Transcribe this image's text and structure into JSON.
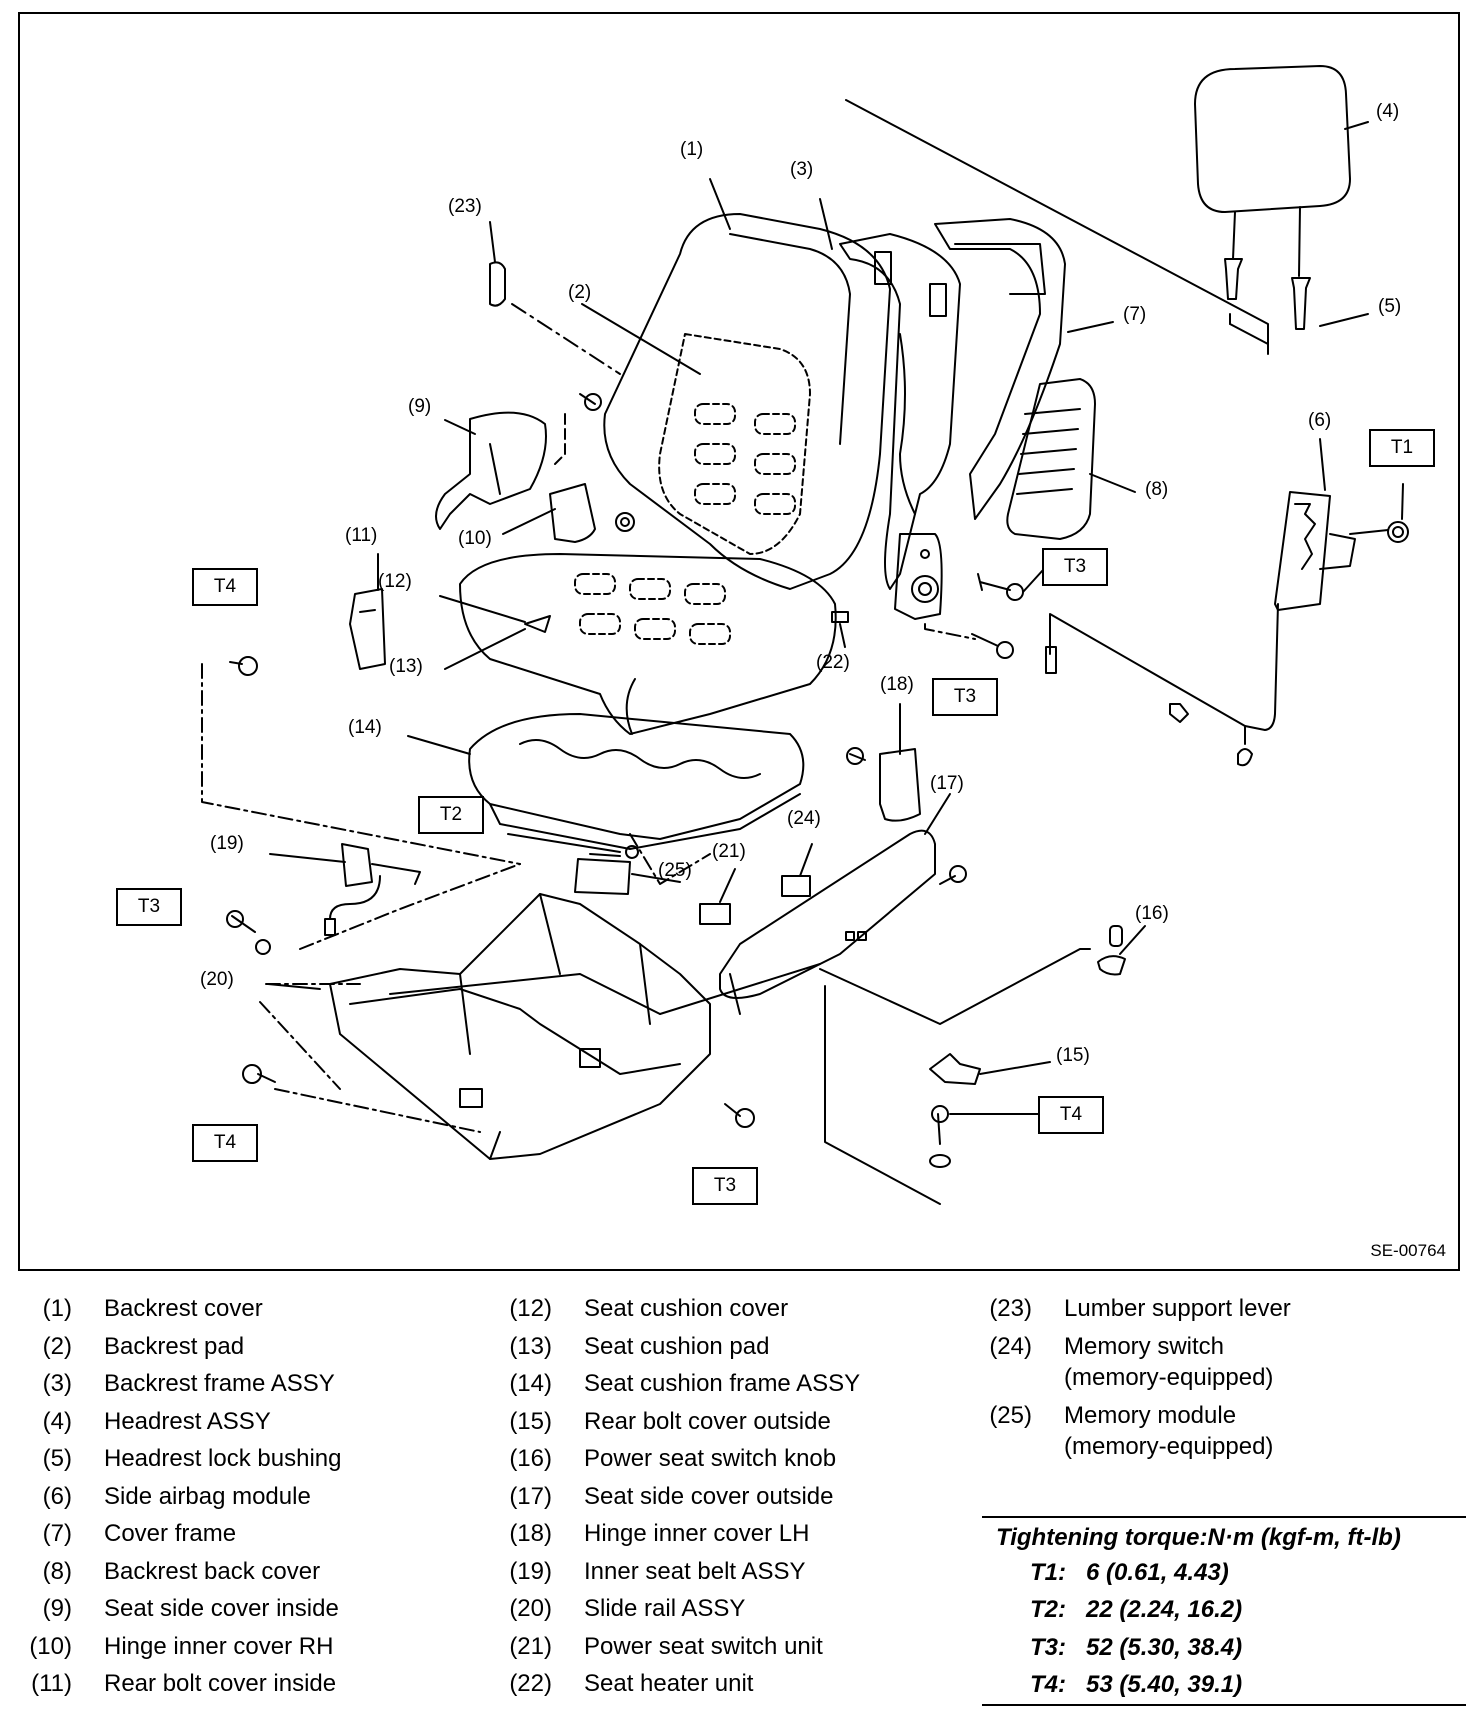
{
  "figure_id": "SE-00764",
  "callouts": {
    "c1": "(1)",
    "c2": "(2)",
    "c3": "(3)",
    "c4": "(4)",
    "c5": "(5)",
    "c6": "(6)",
    "c7": "(7)",
    "c8": "(8)",
    "c9": "(9)",
    "c10": "(10)",
    "c11": "(11)",
    "c12": "(12)",
    "c13": "(13)",
    "c14": "(14)",
    "c15": "(15)",
    "c16": "(16)",
    "c17": "(17)",
    "c18": "(18)",
    "c19": "(19)",
    "c20": "(20)",
    "c21": "(21)",
    "c22": "(22)",
    "c23": "(23)",
    "c24": "(24)",
    "c25": "(25)"
  },
  "torque_boxes": {
    "t1": "T1",
    "t2": "T2",
    "t3a": "T3",
    "t3b": "T3",
    "t3c": "T3",
    "t3d": "T3",
    "t4a": "T4",
    "t4b": "T4",
    "t4c": "T4"
  },
  "legend": {
    "col1": [
      {
        "num": "(1)",
        "label": "Backrest cover"
      },
      {
        "num": "(2)",
        "label": "Backrest pad"
      },
      {
        "num": "(3)",
        "label": "Backrest frame ASSY"
      },
      {
        "num": "(4)",
        "label": "Headrest ASSY"
      },
      {
        "num": "(5)",
        "label": "Headrest lock bushing"
      },
      {
        "num": "(6)",
        "label": "Side airbag module"
      },
      {
        "num": "(7)",
        "label": "Cover frame"
      },
      {
        "num": "(8)",
        "label": "Backrest back cover"
      },
      {
        "num": "(9)",
        "label": "Seat side cover inside"
      },
      {
        "num": "(10)",
        "label": "Hinge inner cover RH"
      },
      {
        "num": "(11)",
        "label": "Rear bolt cover inside"
      }
    ],
    "col2": [
      {
        "num": "(12)",
        "label": "Seat cushion cover"
      },
      {
        "num": "(13)",
        "label": "Seat cushion pad"
      },
      {
        "num": "(14)",
        "label": "Seat cushion frame ASSY"
      },
      {
        "num": "(15)",
        "label": "Rear bolt cover outside"
      },
      {
        "num": "(16)",
        "label": "Power seat switch knob"
      },
      {
        "num": "(17)",
        "label": "Seat side cover outside"
      },
      {
        "num": "(18)",
        "label": "Hinge inner cover LH"
      },
      {
        "num": "(19)",
        "label": "Inner seat belt ASSY"
      },
      {
        "num": "(20)",
        "label": "Slide rail ASSY"
      },
      {
        "num": "(21)",
        "label": "Power seat switch unit"
      },
      {
        "num": "(22)",
        "label": "Seat heater unit"
      }
    ],
    "col3": [
      {
        "num": "(23)",
        "label": "Lumber support lever"
      },
      {
        "num": "(24)",
        "label": "Memory switch\n(memory-equipped)"
      },
      {
        "num": "(25)",
        "label": "Memory module\n(memory-equipped)"
      }
    ]
  },
  "torque": {
    "title": "Tightening torque:N·m (kgf-m, ft-lb)",
    "rows": [
      {
        "key": "T1:",
        "value": "6 (0.61, 4.43)"
      },
      {
        "key": "T2:",
        "value": "22 (2.24, 16.2)"
      },
      {
        "key": "T3:",
        "value": "52 (5.30, 38.4)"
      },
      {
        "key": "T4:",
        "value": "53 (5.40, 39.1)"
      }
    ]
  }
}
